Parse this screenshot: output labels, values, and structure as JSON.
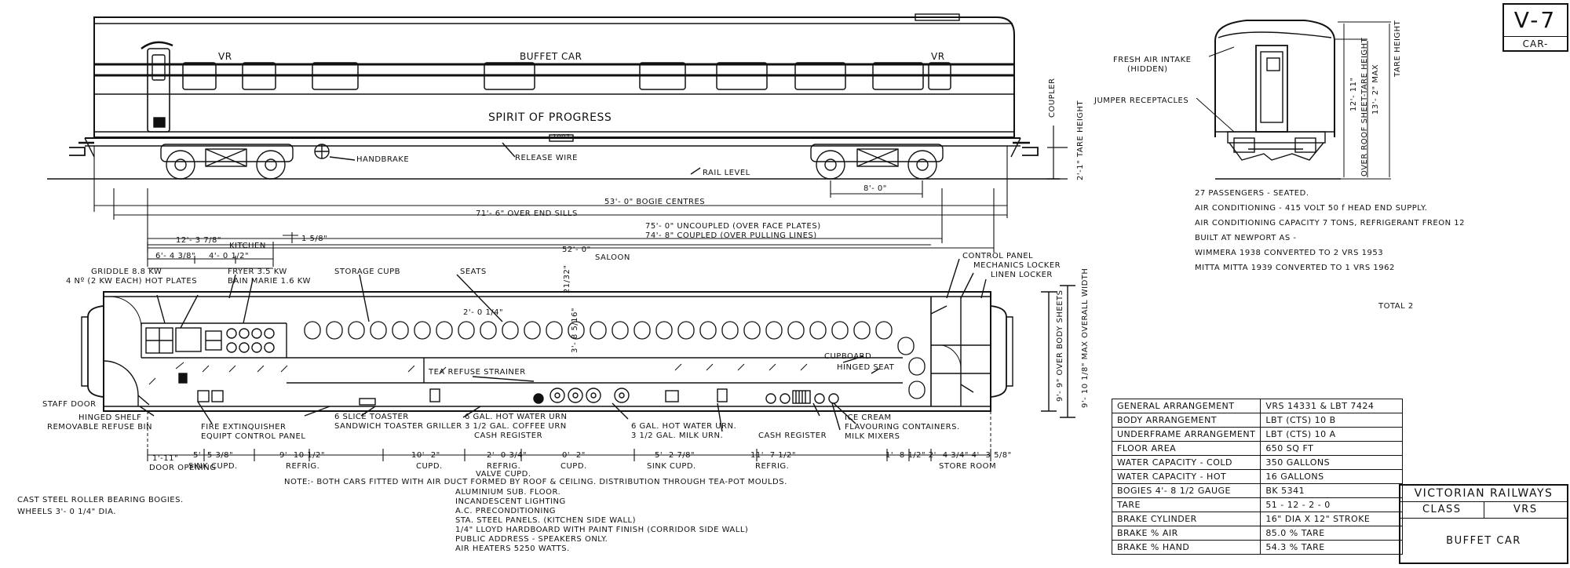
{
  "drawing_code": {
    "code": "V-7",
    "category": "CAR-"
  },
  "elevation": {
    "vr_left": "VR",
    "vr_right": "VR",
    "car_title": "BUFFET CAR",
    "car_name": "SPIRIT OF PROGRESS",
    "number_plate": "1007",
    "handbrake": "HANDBRAKE",
    "release_wire": "RELEASE WIRE",
    "rail_level": "RAIL LEVEL",
    "coupler": "COUPLER",
    "tare_height_side": "2'-1\" TARE HEIGHT",
    "bogie_wheelbase": "8'- 0\"",
    "bogie_centres": "53'- 0\" BOGIE CENTRES",
    "over_end_sills": "71'- 6\" OVER END SILLS",
    "uncoupled": "75'- 0\" UNCOUPLED (OVER FACE PLATES)",
    "coupled": "74'- 8\" COUPLED (OVER PULLING LINES)"
  },
  "end_view": {
    "fresh_air_intake": "FRESH AIR INTAKE",
    "hidden": "(HIDDEN)",
    "jumper_receptacles": "JUMPER RECEPTACLES",
    "dim_sheet_height": "12'- 11\"",
    "dim_max": "13'- 2\" MAX",
    "over_roof_sheet": "OVER ROOF SHEET-TARE HEIGHT",
    "tare_height": "TARE HEIGHT"
  },
  "notes_right": [
    "27 PASSENGERS - SEATED.",
    "AIR CONDITIONING - 415 VOLT 50 f HEAD END SUPPLY.",
    "AIR CONDITIONING CAPACITY 7 TONS, REFRIGERANT FREON 12",
    "BUILT AT NEWPORT AS -",
    "WIMMERA 1938 CONVERTED TO 2 VRS 1953",
    "MITTA MITTA 1939 CONVERTED TO 1 VRS 1962"
  ],
  "total": "TOTAL 2",
  "plan": {
    "dim_kitchen_overall": "12'- 3 7/8\"",
    "kitchen": "KITCHEN",
    "dim_a": "6'- 4 3/8\"",
    "dim_b": "4'- 0 1/2\"",
    "dim_c": "1 5/8\"",
    "saloon_dim": "52'- 0\"",
    "saloon": "SALOON",
    "griddle": "GRIDDLE 8.8 KW",
    "hotplates": "4 Nº (2 KW EACH) HOT PLATES",
    "fryer": "FRYER 3.5 KW",
    "bain_marie": "BAIN MARIE 1.6 KW",
    "storage_cupb": "STORAGE CUPB",
    "seats": "SEATS",
    "control_panel": "CONTROL PANEL",
    "mechanics_locker": "MECHANICS LOCKER",
    "linen_locker": "LINEN LOCKER",
    "seat_spacing": "2'- 0 1/4\"",
    "dim_gap": "3'- 8 5/16\"",
    "dim_top": "21/32\"",
    "cupboard": "CUPBOARD",
    "hinged_seat": "HINGED SEAT",
    "tea_refuse": "TEA REFUSE STRAINER",
    "staff_door": "STAFF DOOR",
    "hinged_shelf": "HINGED SHELF",
    "refuse_bin": "REMOVABLE REFUSE BIN",
    "fire_ext": "FIRE EXTINQUISHER",
    "equip_panel": "EQUIPT CONTROL PANEL",
    "toaster6": "6 SLICE TOASTER",
    "sandwich": "SANDWICH TOASTER GRILLER",
    "hw_urn6": "6 GAL. HOT WATER URN",
    "coffee_urn": "3 1/2 GAL. COFFEE URN",
    "cash_reg1": "CASH REGISTER",
    "hw_urn6b": "6 GAL. HOT WATER URN.",
    "milk_urn": "3 1/2 GAL. MILK URN.",
    "cash_reg2": "CASH REGISTER",
    "ice_cream": "ICE CREAM",
    "flavouring": "FLAVOURING CONTAINERS.",
    "milk_mixers": "MILK MIXERS",
    "over_body_sheets": "9'- 9\" OVER BODY SHEETS",
    "max_width": "9'- 10 1/8\" MAX OVERALL WIDTH",
    "door_opening": "DOOR OPENING",
    "dim_door": "1'-11\"",
    "sink1": "5'- 5 3/8\"",
    "sink1_lbl": "SINK CUPD.",
    "refrig1": "9'- 10 1/2\"",
    "refrig1_lbl": "REFRIG.",
    "cupd1": "10'- 2\"",
    "cupd1_lbl": "CUPD.",
    "refrig2": "2'- 0 3/4\"",
    "refrig2_lbl": "REFRIG.",
    "valve_cupd": "VALVE CUPD.",
    "cupd2": "0'- 2\"",
    "cupd2_lbl": "CUPD.",
    "sink2": "5'- 2 7/8\"",
    "sink2_lbl": "SINK CUPD.",
    "refrig3": "11'- 7 1/2\"",
    "refrig3_lbl": "REFRIG.",
    "store_dims": "1'- 8 1/2\" 2'- 4 3/4\" 4'- 3 5/8\"",
    "store_room": "STORE ROOM"
  },
  "notes_bottom": {
    "lead": "NOTE:- BOTH CARS FITTED WITH AIR DUCT FORMED BY ROOF & CEILING. DISTRIBUTION THROUGH TEA-POT MOULDS.",
    "items": [
      "ALUMINIUM SUB. FLOOR.",
      "INCANDESCENT LIGHTING",
      "A.C. PRECONDITIONING",
      "STA. STEEL PANELS. (KITCHEN SIDE WALL)",
      "1/4\" LLOYD HARDBOARD WITH PAINT FINISH (CORRIDOR SIDE WALL)",
      "PUBLIC ADDRESS - SPEAKERS ONLY.",
      "AIR HEATERS 5250 WATTS."
    ]
  },
  "bogies_note": [
    "CAST STEEL ROLLER BEARING BOGIES.",
    "WHEELS 3'- 0 1/4\" DIA."
  ],
  "specs": [
    {
      "label": "GENERAL ARRANGEMENT",
      "value": "VRS 14331 & LBT 7424"
    },
    {
      "label": "BODY ARRANGEMENT",
      "value": "LBT (CTS) 10 B"
    },
    {
      "label": "UNDERFRAME ARRANGEMENT",
      "value": "LBT (CTS) 10 A"
    },
    {
      "label": "FLOOR AREA",
      "value": "650 SQ FT"
    },
    {
      "label": "WATER CAPACITY - COLD",
      "value": "350 GALLONS"
    },
    {
      "label": "WATER CAPACITY - HOT",
      "value": "16 GALLONS"
    },
    {
      "label": "BOGIES 4'- 8 1/2 GAUGE",
      "value": "BK 5341"
    },
    {
      "label": "TARE",
      "value": "51 - 12 - 2 - 0"
    },
    {
      "label": "BRAKE CYLINDER",
      "value": "16\" DIA X 12\" STROKE"
    },
    {
      "label": "BRAKE % AIR",
      "value": "85.0 % TARE"
    },
    {
      "label": "BRAKE % HAND",
      "value": "54.3 % TARE"
    }
  ],
  "title_block": {
    "org": "VICTORIAN RAILWAYS",
    "class_label": "CLASS",
    "class_value": "VRS",
    "name": "BUFFET CAR"
  }
}
